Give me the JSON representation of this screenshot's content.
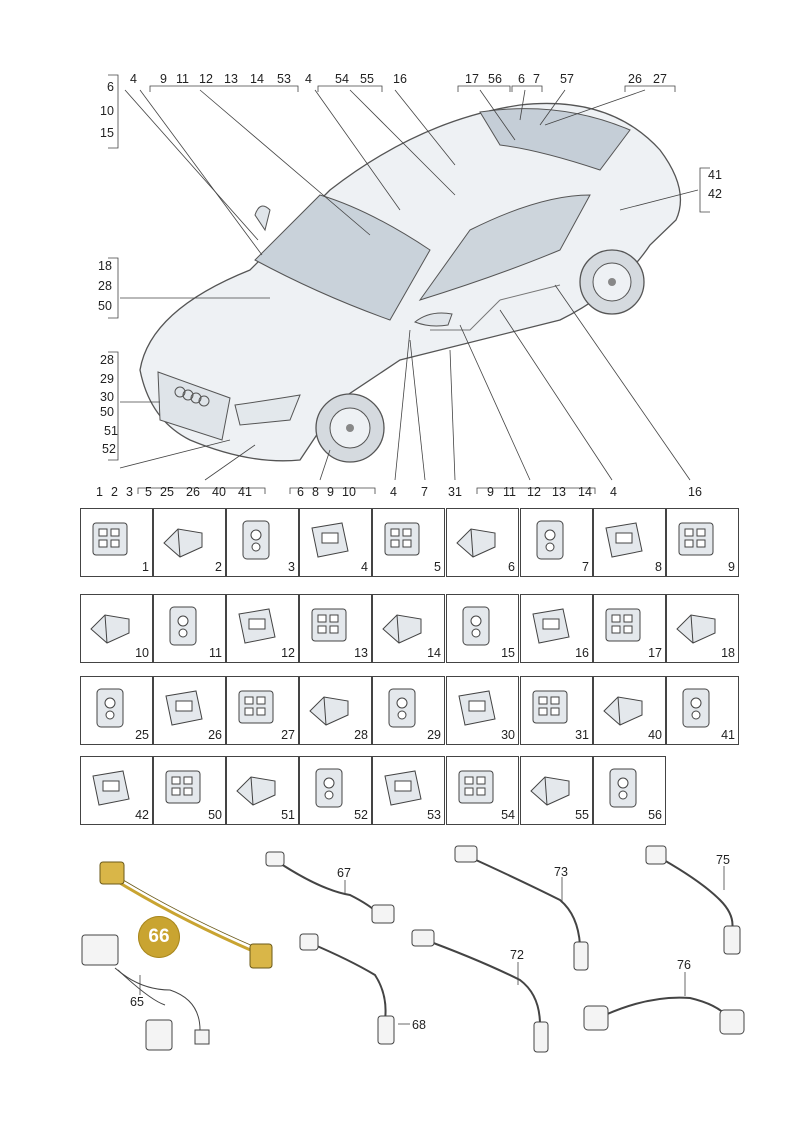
{
  "top_labels": {
    "left_bracket": [
      "6",
      "10",
      "15"
    ],
    "top_row": [
      "4",
      "9",
      "11",
      "12",
      "13",
      "14",
      "53",
      "4",
      "54",
      "55",
      "16",
      "17",
      "56",
      "6",
      "7",
      "57",
      "26",
      "27"
    ],
    "right_bracket": [
      "41",
      "42"
    ],
    "mid_left_bracket": [
      "18",
      "28",
      "50"
    ],
    "low_left_bracket": [
      "28",
      "29",
      "30",
      "50",
      "51",
      "52"
    ],
    "bottom_row": [
      "1",
      "2",
      "3",
      "5",
      "25",
      "26",
      "40",
      "41",
      "6",
      "8",
      "9",
      "10",
      "4",
      "7",
      "31",
      "9",
      "11",
      "12",
      "13",
      "14",
      "4",
      "16"
    ]
  },
  "connectors": [
    {
      "num": "1"
    },
    {
      "num": "2"
    },
    {
      "num": "3"
    },
    {
      "num": "4"
    },
    {
      "num": "5"
    },
    {
      "num": "6"
    },
    {
      "num": "7"
    },
    {
      "num": "8"
    },
    {
      "num": "9"
    },
    {
      "num": "10"
    },
    {
      "num": "11"
    },
    {
      "num": "12"
    },
    {
      "num": "13"
    },
    {
      "num": "14"
    },
    {
      "num": "15"
    },
    {
      "num": "16"
    },
    {
      "num": "17"
    },
    {
      "num": "18"
    },
    {
      "num": "25"
    },
    {
      "num": "26"
    },
    {
      "num": "27"
    },
    {
      "num": "28"
    },
    {
      "num": "29"
    },
    {
      "num": "30"
    },
    {
      "num": "31"
    },
    {
      "num": "40"
    },
    {
      "num": "41"
    },
    {
      "num": "42"
    },
    {
      "num": "50"
    },
    {
      "num": "51"
    },
    {
      "num": "52"
    },
    {
      "num": "53"
    },
    {
      "num": "54"
    },
    {
      "num": "55"
    },
    {
      "num": "56"
    }
  ],
  "harness_labels": {
    "h65": "65",
    "h66": "66",
    "h67": "67",
    "h68": "68",
    "h72": "72",
    "h73": "73",
    "h75": "75",
    "h76": "76"
  },
  "colors": {
    "highlight": "#c9a431",
    "line": "#444444",
    "body_fill": "#e9edf1",
    "glass": "#c9d2da"
  }
}
